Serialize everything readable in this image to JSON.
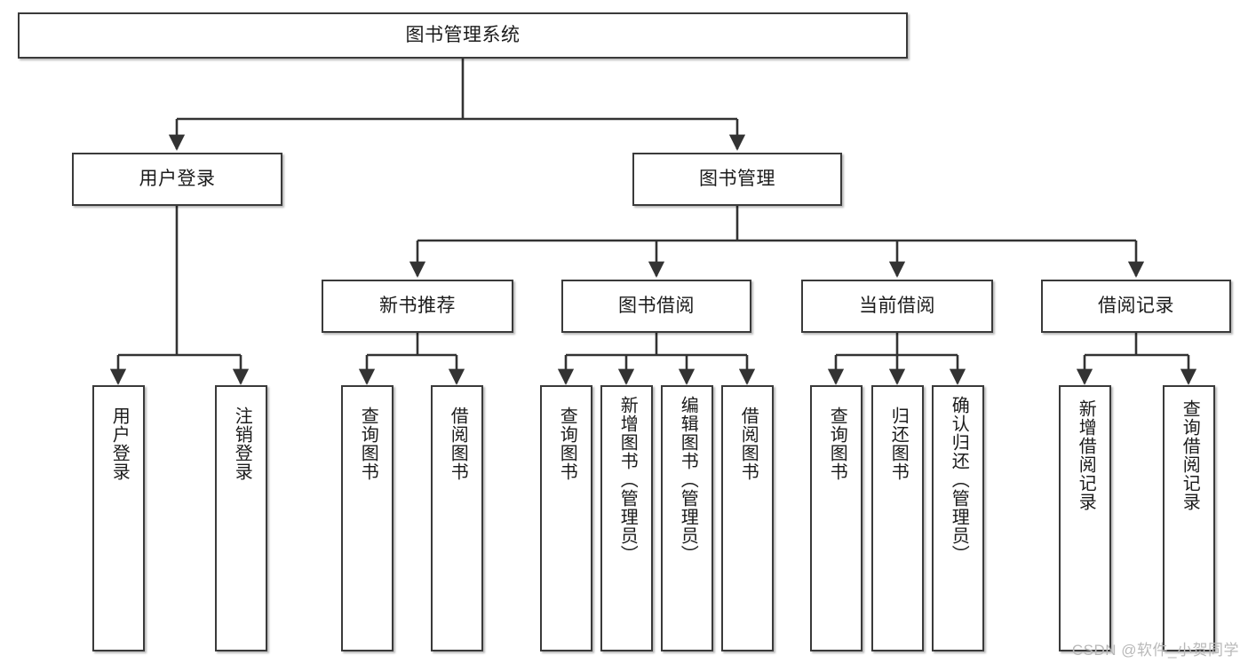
{
  "diagram": {
    "title": "图书管理系统",
    "watermark": "CSDN @软件_小贺同学",
    "colors": {
      "box_border": "#3a3a3a",
      "box_fill": "#ffffff",
      "connector": "#333333",
      "text": "#1b1b1b",
      "watermark": "#b9b9b9",
      "background": "#ffffff"
    },
    "root": {
      "label": "图书管理系统"
    },
    "level2": [
      {
        "label": "用户登录"
      },
      {
        "label": "图书管理"
      }
    ],
    "level3": [
      {
        "label": "新书推荐"
      },
      {
        "label": "图书借阅"
      },
      {
        "label": "当前借阅"
      },
      {
        "label": "借阅记录"
      }
    ],
    "leaves": {
      "user_login": [
        {
          "label": "用户登录"
        },
        {
          "label": "注销登录"
        }
      ],
      "new_book_recommend": [
        {
          "label": "查询图书"
        },
        {
          "label": "借阅图书"
        }
      ],
      "book_borrow": [
        {
          "label": "查询图书"
        },
        {
          "label": "新增图书（管理员）"
        },
        {
          "label": "编辑图书（管理员）"
        },
        {
          "label": "借阅图书"
        }
      ],
      "current_borrow": [
        {
          "label": "查询图书"
        },
        {
          "label": "归还图书"
        },
        {
          "label": "确认归还（管理员）"
        }
      ],
      "borrow_record": [
        {
          "label": "新增借阅记录"
        },
        {
          "label": "查询借阅记录"
        }
      ]
    }
  },
  "chart_data": {
    "type": "diagram",
    "title": "图书管理系统",
    "structure": "tree",
    "nodes": [
      {
        "id": "root",
        "label": "图书管理系统",
        "level": 0,
        "parent": null
      },
      {
        "id": "n_user_login",
        "label": "用户登录",
        "level": 1,
        "parent": "root"
      },
      {
        "id": "n_book_mgmt",
        "label": "图书管理",
        "level": 1,
        "parent": "root"
      },
      {
        "id": "n_recommend",
        "label": "新书推荐",
        "level": 2,
        "parent": "n_book_mgmt"
      },
      {
        "id": "n_borrow",
        "label": "图书借阅",
        "level": 2,
        "parent": "n_book_mgmt"
      },
      {
        "id": "n_current",
        "label": "当前借阅",
        "level": 2,
        "parent": "n_book_mgmt"
      },
      {
        "id": "n_record",
        "label": "借阅记录",
        "level": 2,
        "parent": "n_book_mgmt"
      },
      {
        "id": "l_user_login",
        "label": "用户登录",
        "level": 2,
        "parent": "n_user_login"
      },
      {
        "id": "l_logout",
        "label": "注销登录",
        "level": 2,
        "parent": "n_user_login"
      },
      {
        "id": "l_rec_query",
        "label": "查询图书",
        "level": 3,
        "parent": "n_recommend"
      },
      {
        "id": "l_rec_borrow",
        "label": "借阅图书",
        "level": 3,
        "parent": "n_recommend"
      },
      {
        "id": "l_bor_query",
        "label": "查询图书",
        "level": 3,
        "parent": "n_borrow"
      },
      {
        "id": "l_bor_add",
        "label": "新增图书（管理员）",
        "level": 3,
        "parent": "n_borrow"
      },
      {
        "id": "l_bor_edit",
        "label": "编辑图书（管理员）",
        "level": 3,
        "parent": "n_borrow"
      },
      {
        "id": "l_bor_lend",
        "label": "借阅图书",
        "level": 3,
        "parent": "n_borrow"
      },
      {
        "id": "l_cur_query",
        "label": "查询图书",
        "level": 3,
        "parent": "n_current"
      },
      {
        "id": "l_cur_return",
        "label": "归还图书",
        "level": 3,
        "parent": "n_current"
      },
      {
        "id": "l_cur_confirm",
        "label": "确认归还（管理员）",
        "level": 3,
        "parent": "n_current"
      },
      {
        "id": "l_rc_add",
        "label": "新增借阅记录",
        "level": 3,
        "parent": "n_record"
      },
      {
        "id": "l_rc_query",
        "label": "查询借阅记录",
        "level": 3,
        "parent": "n_record"
      }
    ]
  }
}
